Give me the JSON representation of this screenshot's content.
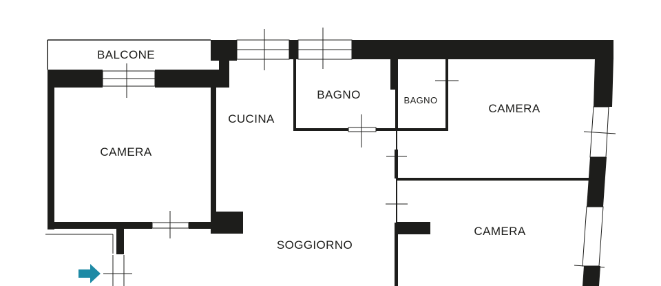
{
  "rooms": {
    "balcone": "BALCONE",
    "camera_left": "CAMERA",
    "cucina": "CUCINA",
    "bagno_main": "BAGNO",
    "bagno_small": "BAGNO",
    "camera_top_right": "CAMERA",
    "camera_bottom_right": "CAMERA",
    "soggiorno": "SOGGIORNO"
  },
  "colors": {
    "wall": "#1d1d1b",
    "entrance_arrow": "#1e8aa5",
    "background": "#ffffff"
  },
  "icons": {
    "entrance": "arrow-right-icon"
  }
}
